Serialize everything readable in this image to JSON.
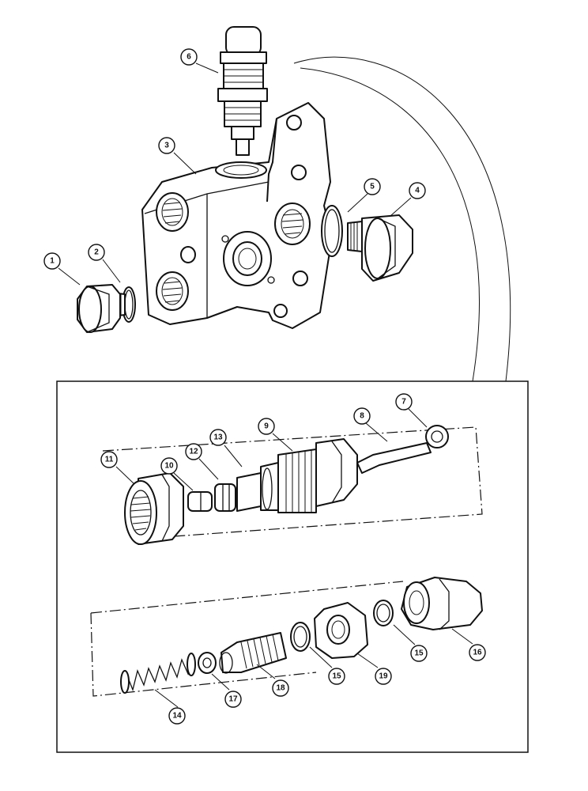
{
  "callouts": {
    "c1": "1",
    "c2": "2",
    "c3": "3",
    "c4": "4",
    "c5": "5",
    "c6": "6",
    "c7": "7",
    "c8": "8",
    "c9": "9",
    "c10": "10",
    "c11": "11",
    "c12": "12",
    "c13": "13",
    "c14": "14",
    "c15a": "15",
    "c15b": "15",
    "c16": "16",
    "c17": "17",
    "c18": "18",
    "c19": "19"
  }
}
